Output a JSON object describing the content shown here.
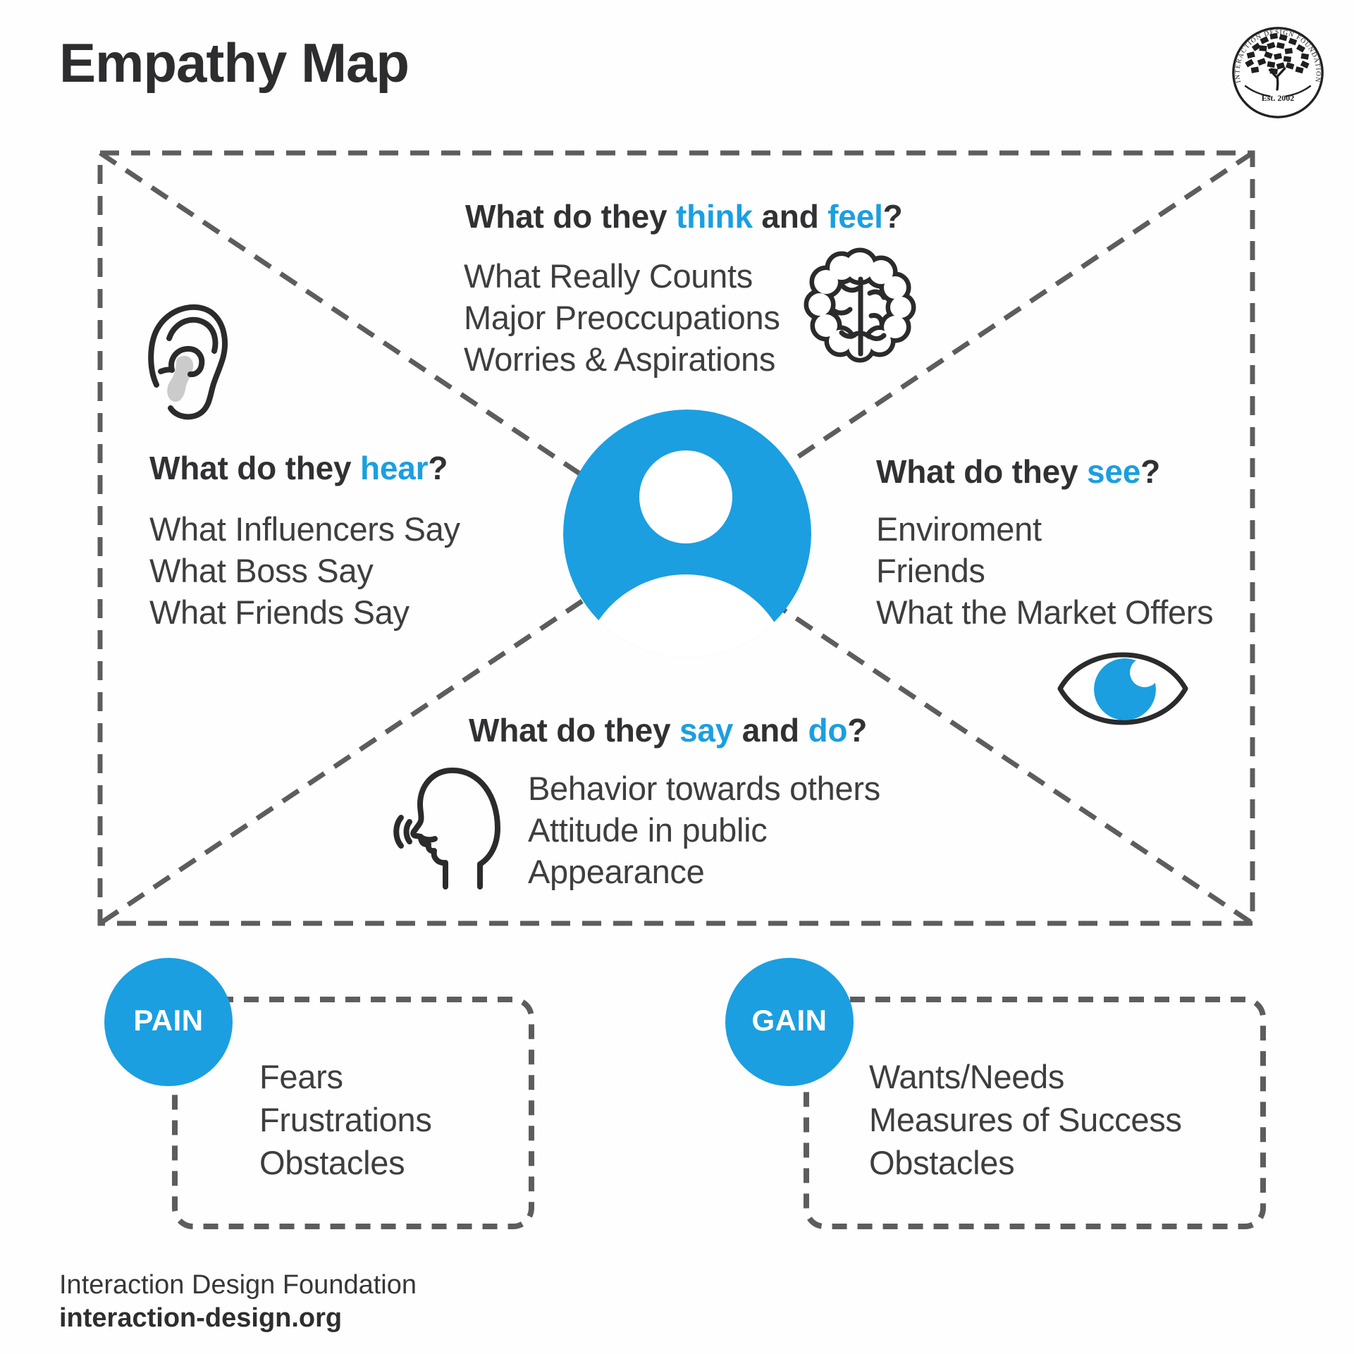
{
  "title": "Empathy Map",
  "logo": {
    "arc_text": "INTERACTION DESIGN FOUNDATION",
    "est": "Est. 2002"
  },
  "colors": {
    "blue": "#1B9FE0",
    "dark": "#313134",
    "dash": "#5D5D5D"
  },
  "quadrants": {
    "think": {
      "prefix": "What do they ",
      "blue1": "think",
      "mid": " and ",
      "blue2": "feel",
      "suffix": "?",
      "items": [
        "What Really Counts",
        "Major Preoccupations",
        "Worries & Aspirations"
      ]
    },
    "hear": {
      "prefix": "What do they ",
      "blue1": "hear",
      "suffix": "?",
      "items": [
        "What Influencers Say",
        "What Boss Say",
        "What Friends Say"
      ]
    },
    "see": {
      "prefix": "What do they ",
      "blue1": "see",
      "suffix": "?",
      "items": [
        "Enviroment",
        "Friends",
        "What the Market Offers"
      ]
    },
    "say": {
      "prefix": "What do they ",
      "blue1": "say",
      "mid": " and ",
      "blue2": "do",
      "suffix": "?",
      "items": [
        "Behavior towards others",
        "Attitude in public",
        "Appearance"
      ]
    }
  },
  "pain": {
    "label": "PAIN",
    "items": [
      "Fears",
      "Frustrations",
      "Obstacles"
    ]
  },
  "gain": {
    "label": "GAIN",
    "items": [
      "Wants/Needs",
      "Measures of Success",
      "Obstacles"
    ]
  },
  "footer": {
    "org": "Interaction Design Foundation",
    "url": "interaction-design.org"
  }
}
